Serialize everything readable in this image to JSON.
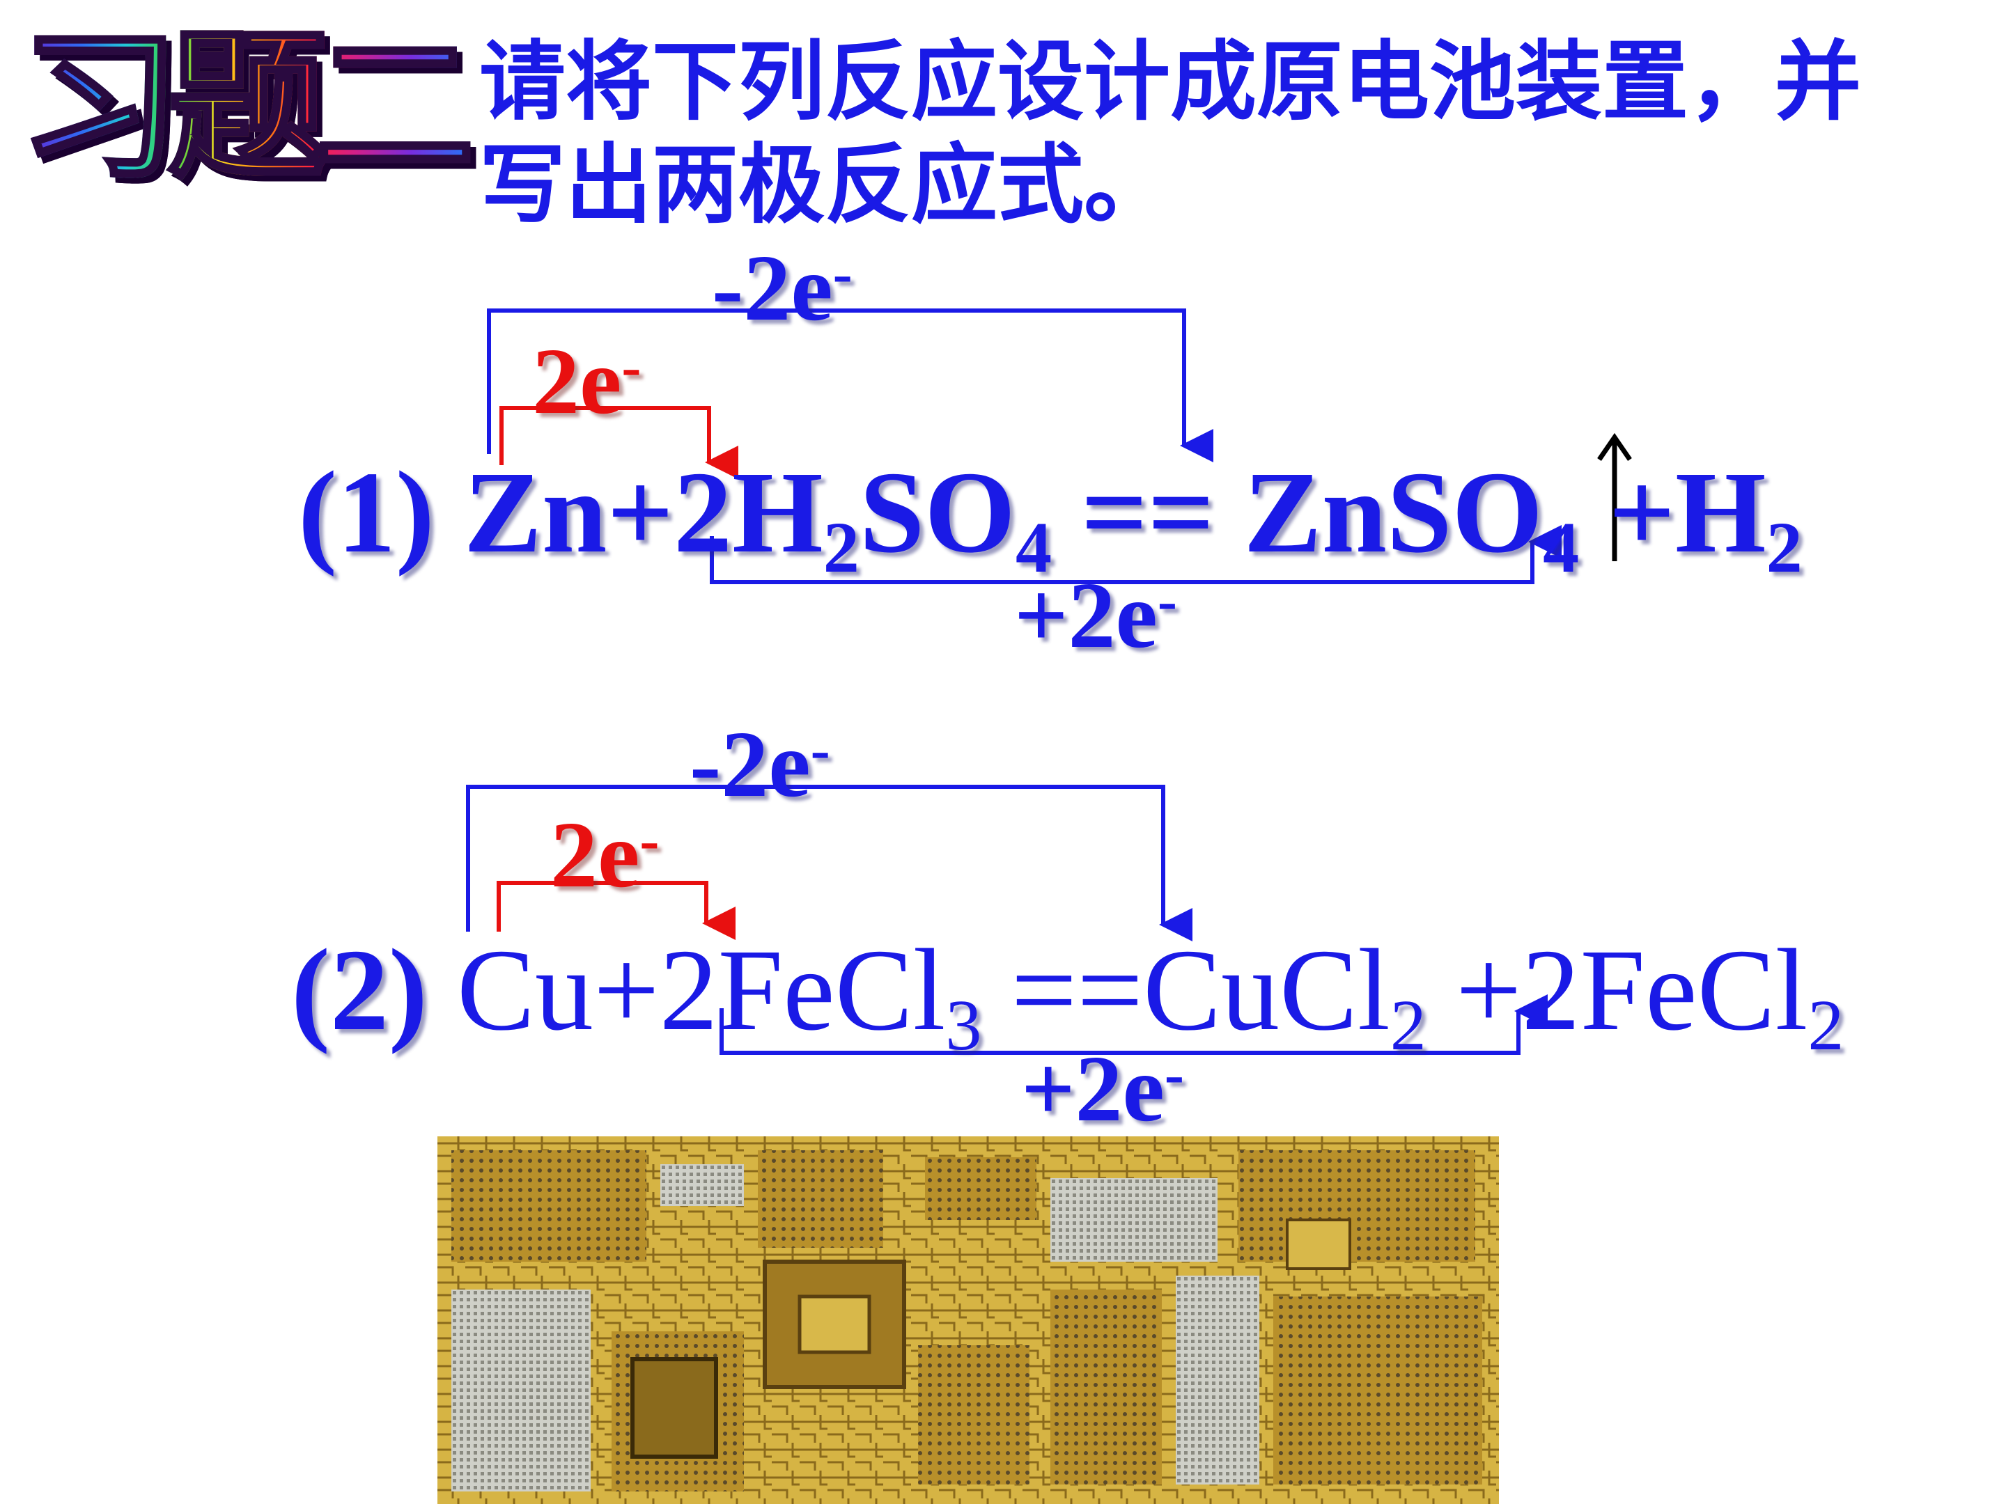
{
  "title": {
    "logo_text": "习题二",
    "question_line1": "请将下列反应设计成原电池装置，并",
    "question_line2": "写出两极反应式。"
  },
  "reaction1": {
    "number": "(1)",
    "top_blue_label": "-2e",
    "top_red_label": "2e",
    "bottom_label": "+2e",
    "superscript": "-",
    "parts": {
      "zn": "Zn+2H",
      "sub2a": "2",
      "so": "SO",
      "sub4a": "4",
      "eq_znso": " == ZnSO",
      "sub4b": "4",
      "h": " +H",
      "sub2b": "2"
    },
    "gas_arrow": "↑"
  },
  "reaction2": {
    "number": "(2)",
    "top_blue_label": "-2e",
    "top_red_label": "2e",
    "bottom_label": "+2e",
    "superscript": "-",
    "parts": {
      "cu": "Cu+2FeCl",
      "sub3": "3",
      "eq_cucl": " ==CuCl",
      "sub2a": "2",
      "fecl": " +2FeCl",
      "sub2b": "2"
    }
  },
  "colors": {
    "blue": "#1a1ae6",
    "red": "#e81010",
    "board_gold": "#c9a53a"
  }
}
